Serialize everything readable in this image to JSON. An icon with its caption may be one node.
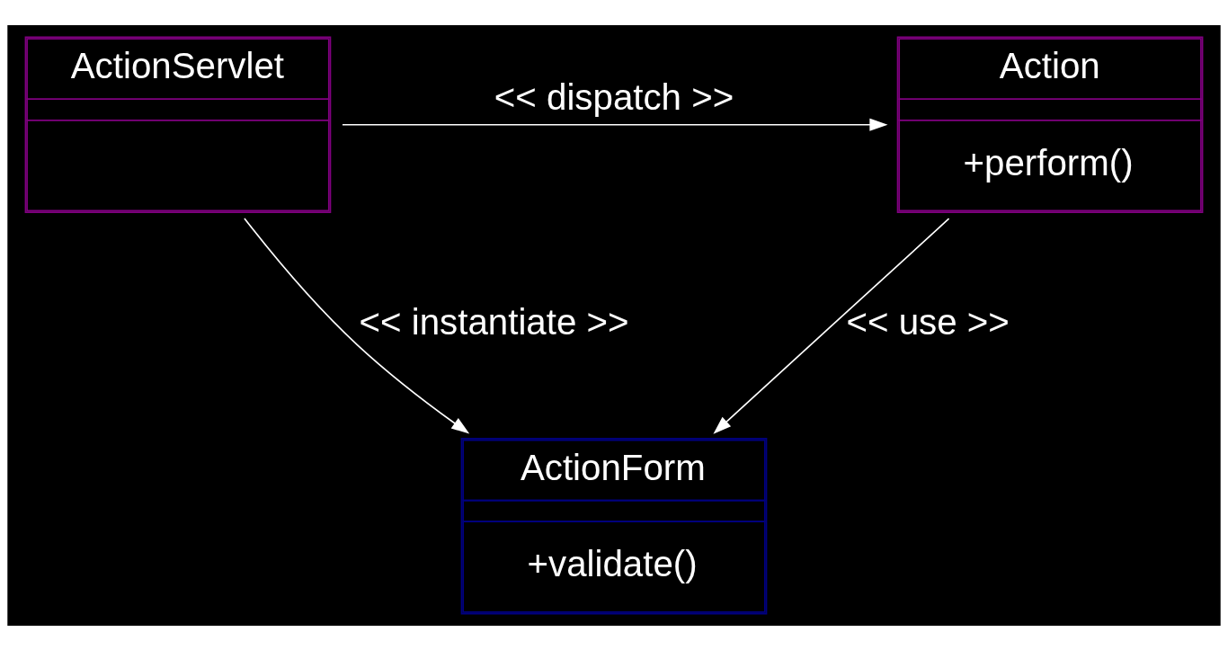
{
  "diagram": {
    "nodes": [
      {
        "text": [
          "ActionServlet"
        ]
      },
      {
        "text": [
          "Action",
          "+perform()"
        ]
      },
      {
        "text": [
          "ActionForm",
          "+validate()"
        ]
      }
    ],
    "edges": [
      {
        "from": 0,
        "to": 1,
        "arrow": "to",
        "label": "<< dispatch >>"
      },
      {
        "from": 0,
        "to": 2,
        "arrow": "to",
        "label": "<< instantiate >>"
      },
      {
        "from": 1,
        "to": 2,
        "arrow": "to",
        "label": "<< use >>"
      }
    ]
  }
}
